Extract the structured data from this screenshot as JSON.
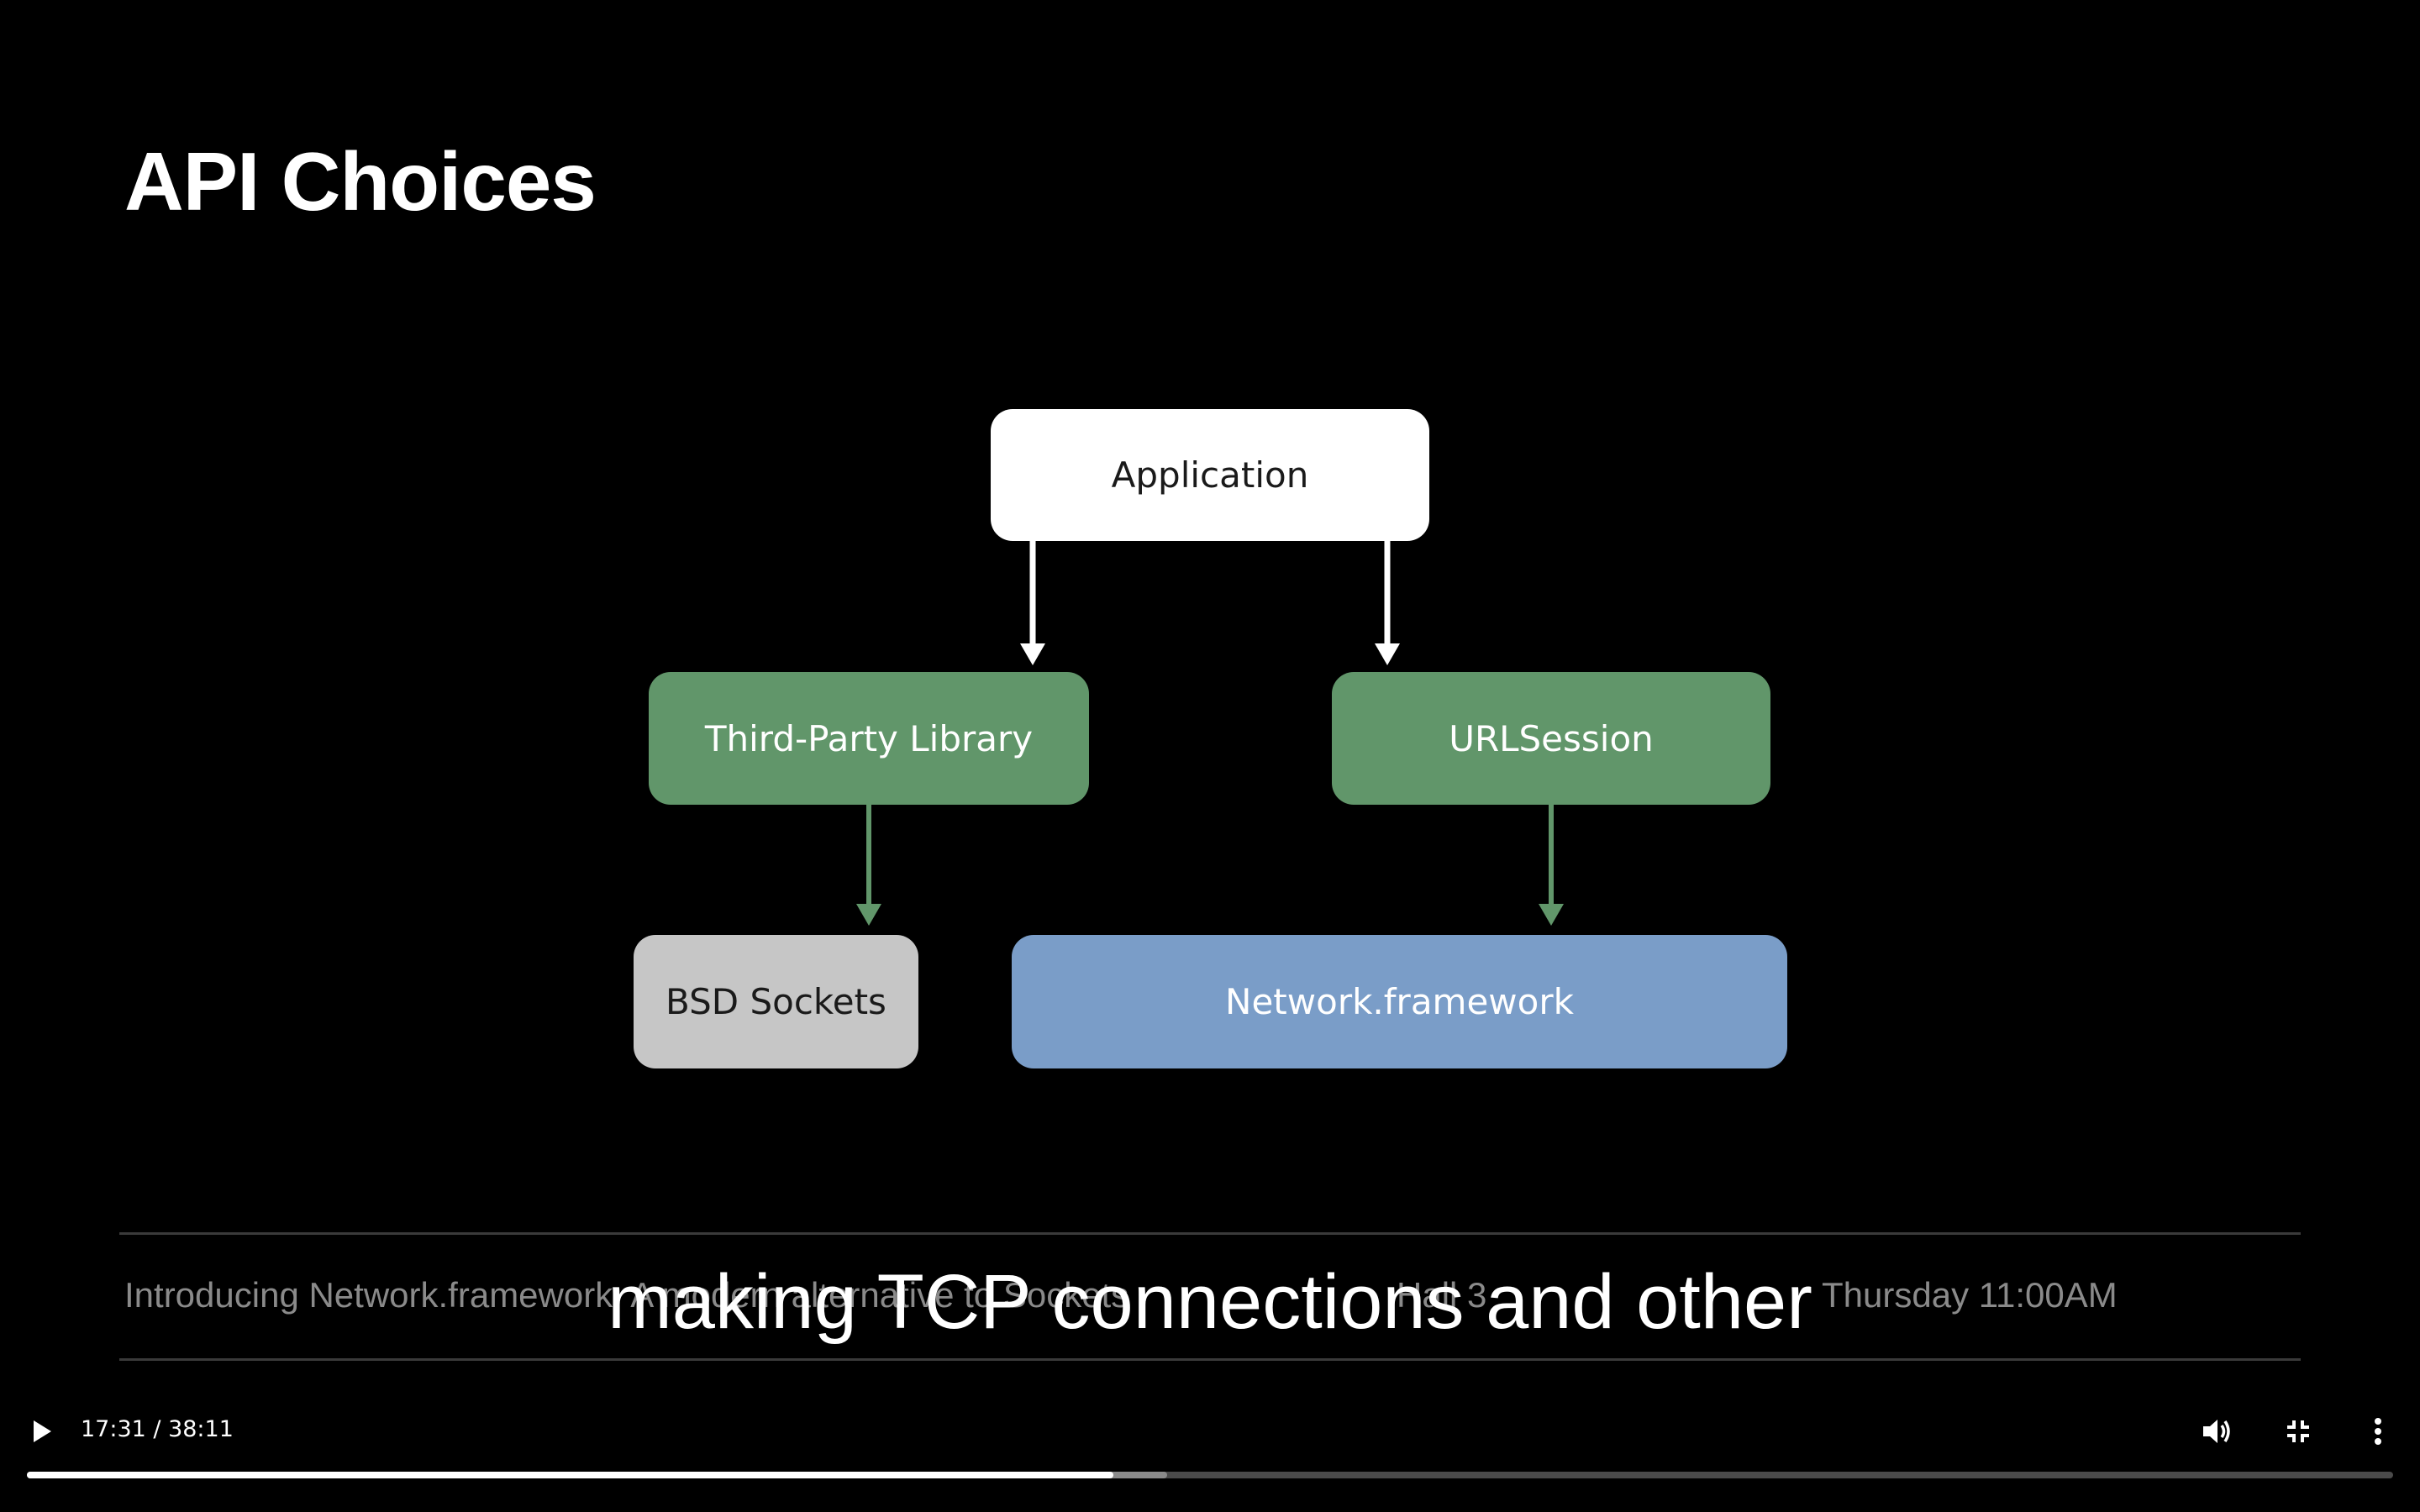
{
  "slide": {
    "title": "API Choices"
  },
  "diagram": {
    "application": "Application",
    "third_party": "Third-Party Library",
    "urlsession": "URLSession",
    "bsd_sockets": "BSD Sockets",
    "network_framework": "Network.framework",
    "colors": {
      "application": "#ffffff",
      "library": "#61966a",
      "bsd": "#c6c6c6",
      "framework": "#7a9dc8"
    }
  },
  "session": {
    "title": "Introducing Network.framework: A modern alternative to Sockets",
    "room": "Hall 3",
    "time": "Thursday 11:00AM"
  },
  "caption": "making TCP connections and other",
  "player": {
    "current_time": "17:31",
    "duration": "38:11",
    "time_display": "17:31 / 38:11",
    "played_fraction": 0.459,
    "buffered_fraction": 0.482,
    "icons": [
      "play-icon",
      "volume-icon",
      "exit-fullscreen-icon",
      "more-options-icon"
    ]
  }
}
